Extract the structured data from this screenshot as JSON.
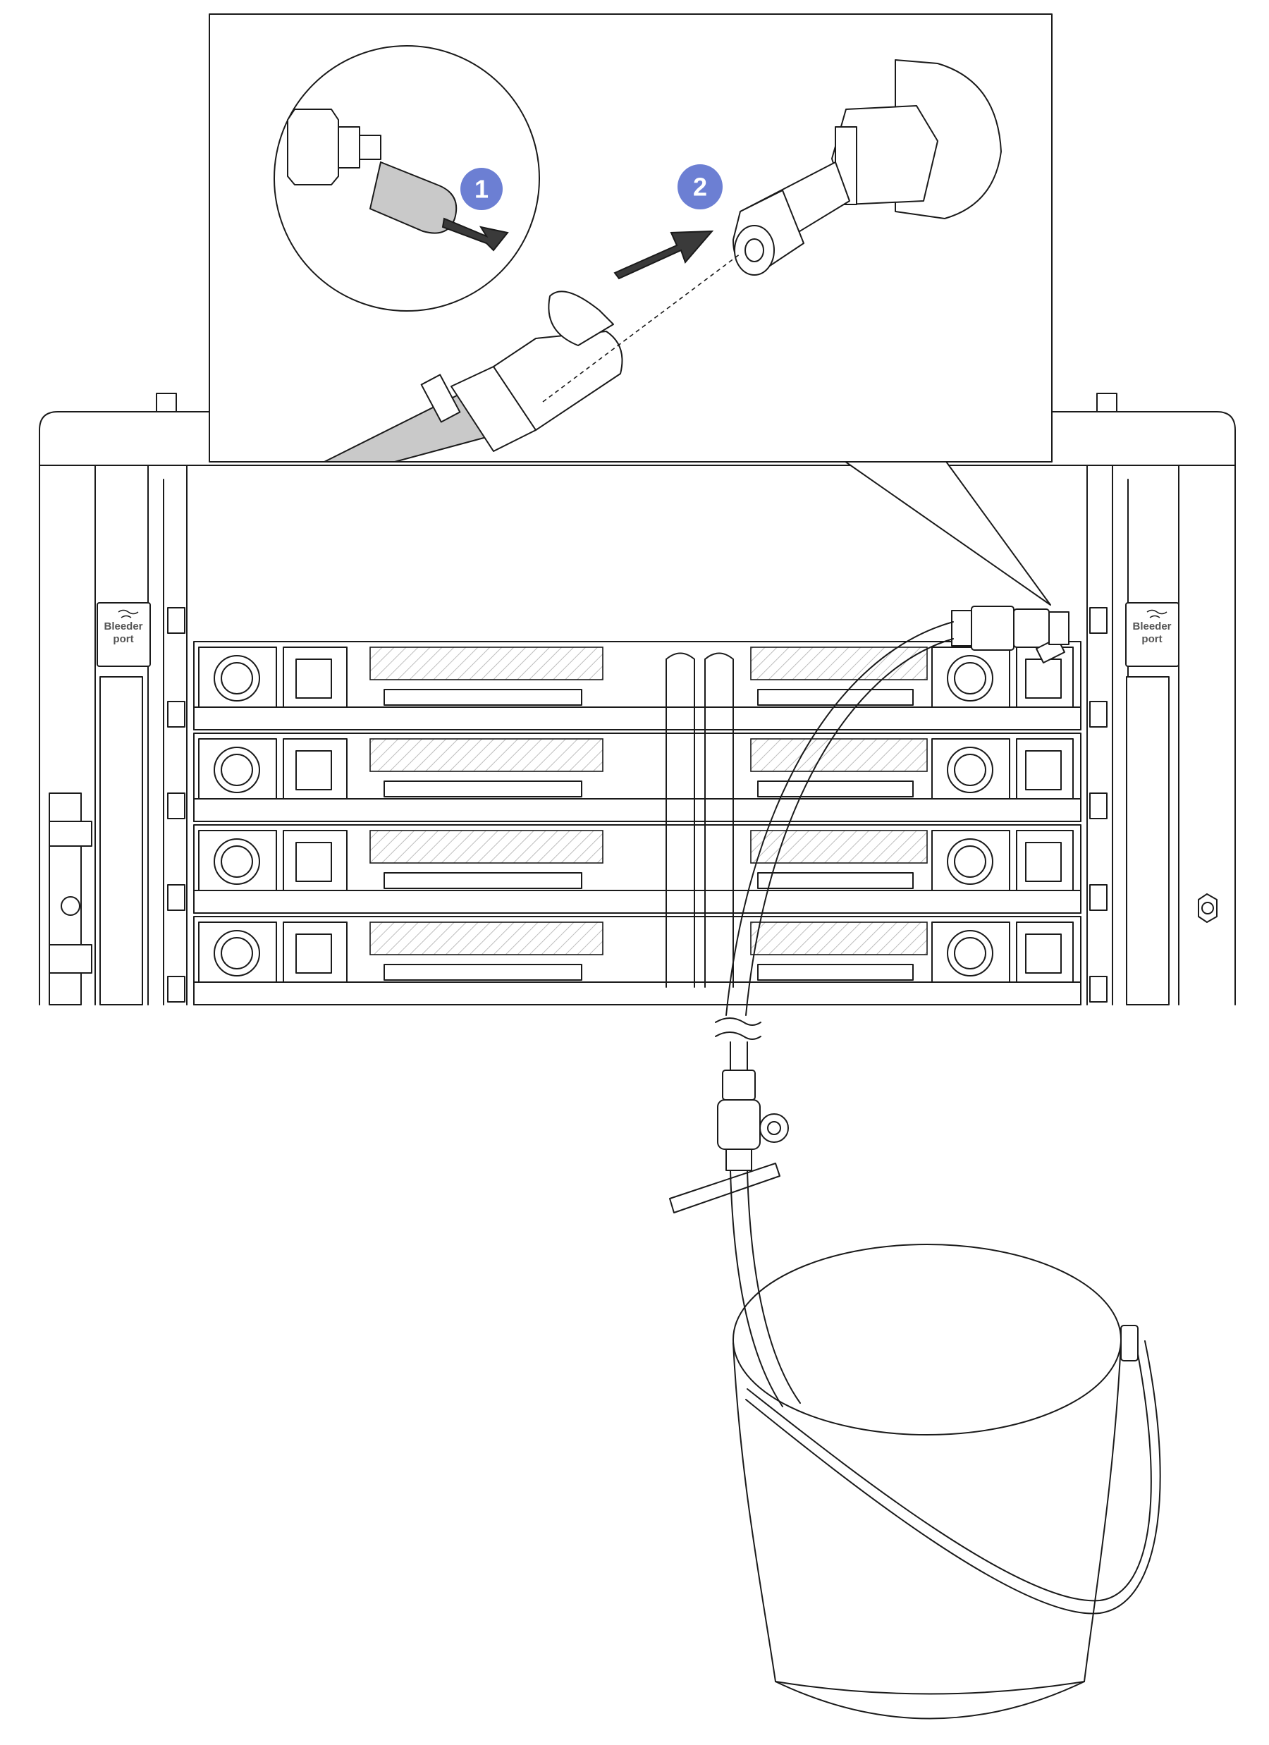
{
  "labels": {
    "bleeder_port_left_line1": "Bleeder",
    "bleeder_port_left_line2": "port",
    "bleeder_port_right_line1": "Bleeder",
    "bleeder_port_right_line2": "port"
  },
  "callouts": {
    "step1": "1",
    "step2": "2"
  },
  "colors": {
    "callout_fill": "#6c7fd3",
    "line": "#1a1a1a",
    "fill_gray": "#c9c9c9",
    "background": "#ffffff"
  },
  "icons": {
    "step1_arrow": "arrow-right-icon",
    "step2_arrow": "arrow-right-icon"
  }
}
